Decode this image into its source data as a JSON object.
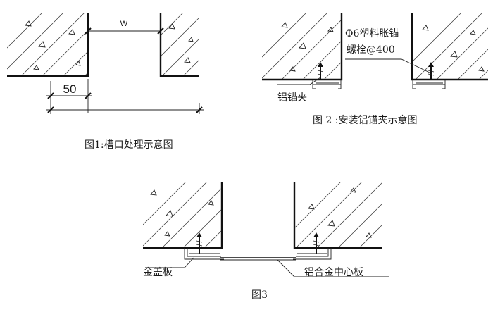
{
  "fig1": {
    "caption": "图1:槽口处理示意图",
    "dim_w": "W",
    "dim_50": "50"
  },
  "fig2": {
    "caption": "图 2 :安装铝锚夹示意图",
    "anchor_label_line1": "Φ6塑料胀锚",
    "anchor_label_line2": "螺栓@400",
    "clip_label": "铝锚夹"
  },
  "fig3": {
    "caption": "图3",
    "cover_label": "金盖板",
    "center_label": "铝合金中心板"
  }
}
